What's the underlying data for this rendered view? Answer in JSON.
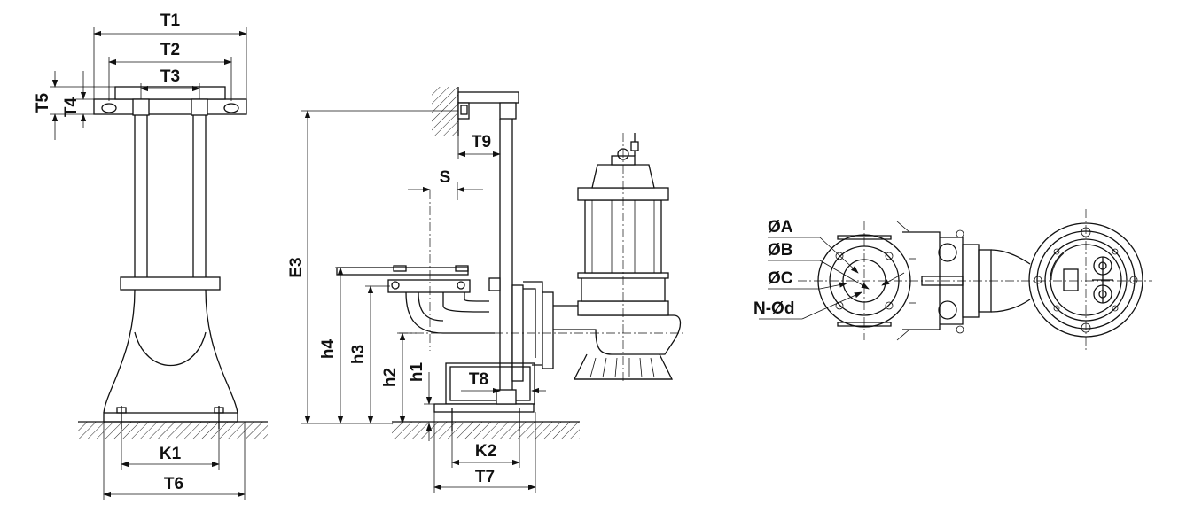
{
  "front_view": {
    "labels": {
      "t1": "T1",
      "t2": "T2",
      "t3": "T3",
      "t4": "T4",
      "t5": "T5",
      "k1": "K1",
      "t6": "T6"
    }
  },
  "side_view": {
    "labels": {
      "e3": "E3",
      "h4": "h4",
      "h3": "h3",
      "h2": "h2",
      "h1": "h1",
      "s": "S",
      "t9": "T9",
      "t8": "T8",
      "k2": "K2",
      "t7": "T7"
    }
  },
  "top_view": {
    "labels": {
      "dia_a": "ØA",
      "dia_b": "ØB",
      "dia_c": "ØC",
      "bolts": "N-Ød"
    }
  }
}
